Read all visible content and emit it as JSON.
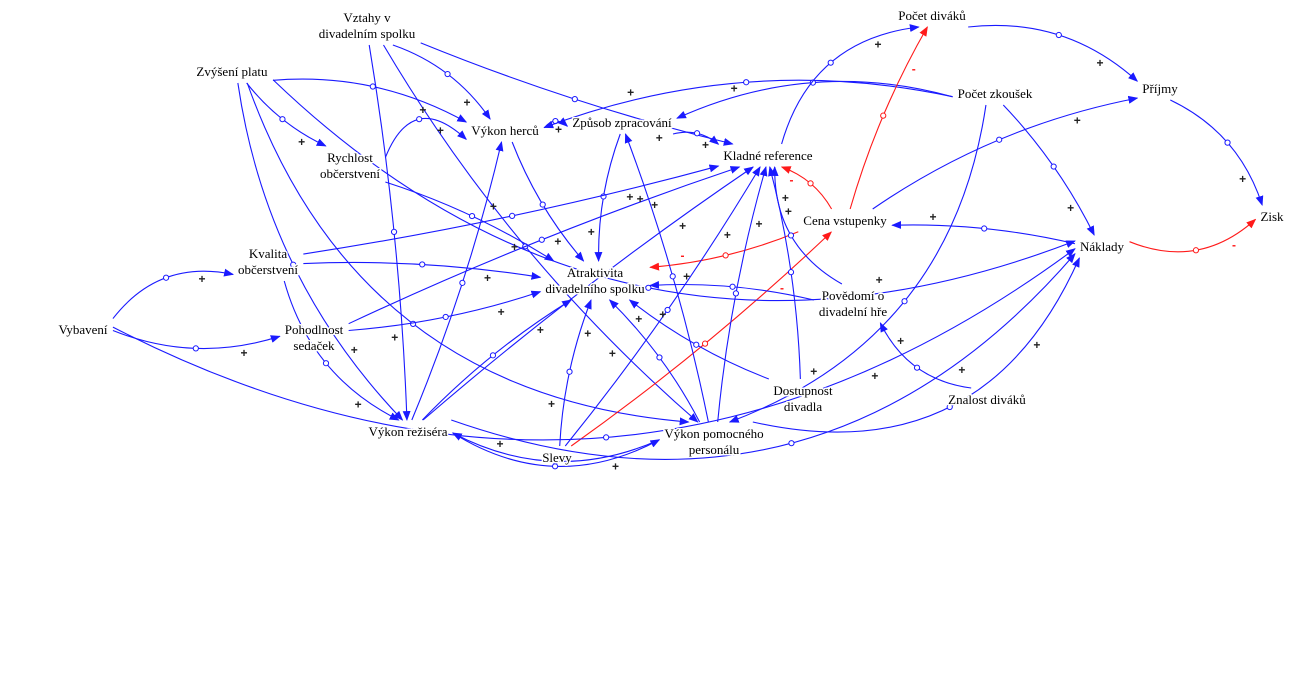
{
  "title": "Causal loop diagram – divadelní spolek",
  "colors": {
    "positive": "#1a1aff",
    "negative": "#ff1a1a",
    "text": "#000000",
    "background": "#ffffff"
  },
  "nodes": [
    {
      "id": "vztahy",
      "lines": [
        "Vztahy v",
        "divadelním spolku"
      ]
    },
    {
      "id": "platu",
      "lines": [
        "Zvýšení platu"
      ]
    },
    {
      "id": "herci",
      "lines": [
        "Výkon herců"
      ]
    },
    {
      "id": "zpusob",
      "lines": [
        "Způsob zpracování"
      ]
    },
    {
      "id": "divaci",
      "lines": [
        "Počet diváků"
      ]
    },
    {
      "id": "zkousky",
      "lines": [
        "Počet zkoušek"
      ]
    },
    {
      "id": "prijmy",
      "lines": [
        "Příjmy"
      ]
    },
    {
      "id": "rychlost",
      "lines": [
        "Rychlost",
        "občerstvení"
      ]
    },
    {
      "id": "reference",
      "lines": [
        "Kladné reference"
      ]
    },
    {
      "id": "cena",
      "lines": [
        "Cena vstupenky"
      ]
    },
    {
      "id": "zisk",
      "lines": [
        "Zisk"
      ]
    },
    {
      "id": "naklady",
      "lines": [
        "Náklady"
      ]
    },
    {
      "id": "kvalita",
      "lines": [
        "Kvalita",
        "občerstvení"
      ]
    },
    {
      "id": "atraktivita",
      "lines": [
        "Atraktivita",
        "divadelního spolku"
      ]
    },
    {
      "id": "povedomi",
      "lines": [
        "Povědomí o",
        "divadelní hře"
      ]
    },
    {
      "id": "vybaveni",
      "lines": [
        "Vybavení"
      ]
    },
    {
      "id": "pohodlnost",
      "lines": [
        "Pohodlnost",
        "sedaček"
      ]
    },
    {
      "id": "dostupnost",
      "lines": [
        "Dostupnost",
        "divadla"
      ]
    },
    {
      "id": "znalost",
      "lines": [
        "Znalost diváků"
      ]
    },
    {
      "id": "rezisera",
      "lines": [
        "Výkon režiséra"
      ]
    },
    {
      "id": "slevy",
      "lines": [
        "Slevy"
      ]
    },
    {
      "id": "personal",
      "lines": [
        "Výkon pomocného",
        "personálu"
      ]
    }
  ],
  "edges": [
    {
      "from": "platu",
      "to": "herci",
      "polarity": "+"
    },
    {
      "from": "platu",
      "to": "rychlost",
      "polarity": "+"
    },
    {
      "from": "platu",
      "to": "rezisera",
      "polarity": "+"
    },
    {
      "from": "platu",
      "to": "personal",
      "polarity": "+"
    },
    {
      "from": "vztahy",
      "to": "herci",
      "polarity": "+"
    },
    {
      "from": "vztahy",
      "to": "reference",
      "polarity": "+"
    },
    {
      "from": "vztahy",
      "to": "rezisera",
      "polarity": "+"
    },
    {
      "from": "vztahy",
      "to": "personal",
      "polarity": "+"
    },
    {
      "from": "herci",
      "to": "zpusob",
      "polarity": "+"
    },
    {
      "from": "herci",
      "to": "atraktivita",
      "polarity": "+"
    },
    {
      "from": "zpusob",
      "to": "reference",
      "polarity": "+"
    },
    {
      "from": "zpusob",
      "to": "atraktivita",
      "polarity": "+"
    },
    {
      "from": "zkousky",
      "to": "herci",
      "polarity": "+"
    },
    {
      "from": "zkousky",
      "to": "zpusob",
      "polarity": "+"
    },
    {
      "from": "zkousky",
      "to": "naklady",
      "polarity": "+"
    },
    {
      "from": "zkousky",
      "to": "personal",
      "polarity": "+"
    },
    {
      "from": "reference",
      "to": "divaci",
      "polarity": "+"
    },
    {
      "from": "divaci",
      "to": "prijmy",
      "polarity": "+"
    },
    {
      "from": "cena",
      "to": "prijmy",
      "polarity": "+"
    },
    {
      "from": "prijmy",
      "to": "zisk",
      "polarity": "+"
    },
    {
      "from": "naklady",
      "to": "zisk",
      "polarity": "-"
    },
    {
      "from": "naklady",
      "to": "cena",
      "polarity": "+"
    },
    {
      "from": "cena",
      "to": "divaci",
      "polarity": "-"
    },
    {
      "from": "cena",
      "to": "reference",
      "polarity": "-"
    },
    {
      "from": "cena",
      "to": "atraktivita",
      "polarity": "-"
    },
    {
      "from": "slevy",
      "to": "cena",
      "polarity": "-"
    },
    {
      "from": "rychlost",
      "to": "atraktivita",
      "polarity": "+"
    },
    {
      "from": "rychlost",
      "to": "herci",
      "polarity": "+"
    },
    {
      "from": "kvalita",
      "to": "atraktivita",
      "polarity": "+"
    },
    {
      "from": "kvalita",
      "to": "reference",
      "polarity": "+"
    },
    {
      "from": "vybaveni",
      "to": "kvalita",
      "polarity": "+"
    },
    {
      "from": "vybaveni",
      "to": "pohodlnost",
      "polarity": "+"
    },
    {
      "from": "vybaveni",
      "to": "naklady",
      "polarity": "+"
    },
    {
      "from": "pohodlnost",
      "to": "atraktivita",
      "polarity": "+"
    },
    {
      "from": "pohodlnost",
      "to": "reference",
      "polarity": "+"
    },
    {
      "from": "povedomi",
      "to": "atraktivita",
      "polarity": "+"
    },
    {
      "from": "povedomi",
      "to": "reference",
      "polarity": "+"
    },
    {
      "from": "znalost",
      "to": "povedomi",
      "polarity": "+"
    },
    {
      "from": "dostupnost",
      "to": "atraktivita",
      "polarity": "+"
    },
    {
      "from": "dostupnost",
      "to": "reference",
      "polarity": "+"
    },
    {
      "from": "rezisera",
      "to": "atraktivita",
      "polarity": "+"
    },
    {
      "from": "rezisera",
      "to": "herci",
      "polarity": "+"
    },
    {
      "from": "rezisera",
      "to": "reference",
      "polarity": "+"
    },
    {
      "from": "rezisera",
      "to": "personal",
      "polarity": "+"
    },
    {
      "from": "personal",
      "to": "rezisera",
      "polarity": "+"
    },
    {
      "from": "personal",
      "to": "atraktivita",
      "polarity": "+"
    },
    {
      "from": "personal",
      "to": "reference",
      "polarity": "+"
    },
    {
      "from": "personal",
      "to": "zpusob",
      "polarity": "+"
    },
    {
      "from": "slevy",
      "to": "atraktivita",
      "polarity": "+"
    },
    {
      "from": "slevy",
      "to": "reference",
      "polarity": "+"
    },
    {
      "from": "rezisera",
      "to": "naklady",
      "polarity": "+"
    },
    {
      "from": "personal",
      "to": "naklady",
      "polarity": "+"
    },
    {
      "from": "platu",
      "to": "naklady",
      "polarity": "+"
    },
    {
      "from": "kvalita",
      "to": "rezisera",
      "polarity": "+"
    }
  ]
}
